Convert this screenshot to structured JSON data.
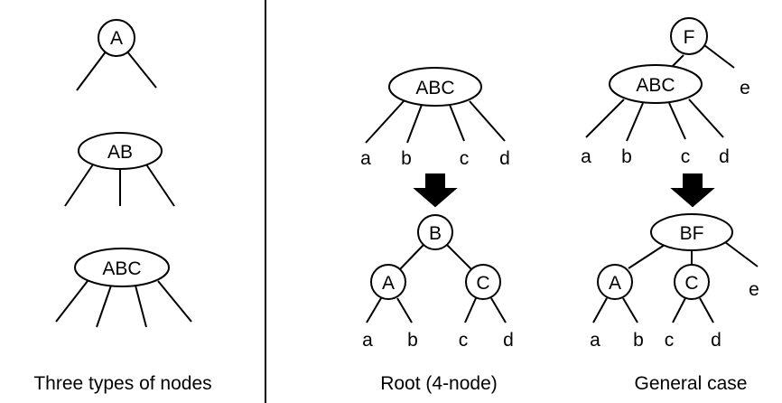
{
  "panels": {
    "left": {
      "caption": "Three types of nodes",
      "nodes": {
        "two": "A",
        "three": "AB",
        "four": "ABC"
      }
    },
    "root": {
      "caption": "Root (4-node)",
      "before": {
        "node": "ABC",
        "leaves": [
          "a",
          "b",
          "c",
          "d"
        ]
      },
      "after": {
        "root": "B",
        "left": "A",
        "right": "C",
        "leaves": [
          "a",
          "b",
          "c",
          "d"
        ]
      }
    },
    "general": {
      "caption": "General case",
      "before": {
        "parent": "F",
        "node": "ABC",
        "leaves": [
          "a",
          "b",
          "c",
          "d"
        ],
        "sibling": "e"
      },
      "after": {
        "parent": "BF",
        "left": "A",
        "right": "C",
        "leaves": [
          "a",
          "b",
          "c",
          "d"
        ],
        "sibling": "e"
      }
    }
  }
}
